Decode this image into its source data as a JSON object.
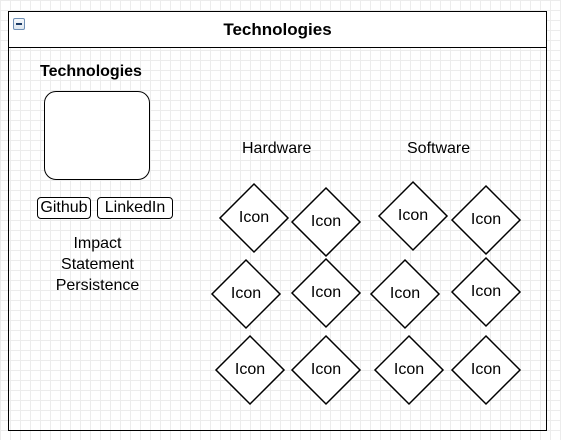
{
  "container": {
    "title": "Technologies"
  },
  "profile": {
    "heading": "Technologies",
    "links": {
      "github": "Github",
      "linkedin": "LinkedIn"
    },
    "statement": [
      "Impact",
      "Statement",
      "Persistence"
    ]
  },
  "hardware": {
    "heading": "Hardware",
    "icons": [
      "Icon",
      "Icon",
      "Icon",
      "Icon",
      "Icon",
      "Icon"
    ]
  },
  "software": {
    "heading": "Software",
    "icons": [
      "Icon",
      "Icon",
      "Icon",
      "Icon",
      "Icon",
      "Icon"
    ]
  }
}
